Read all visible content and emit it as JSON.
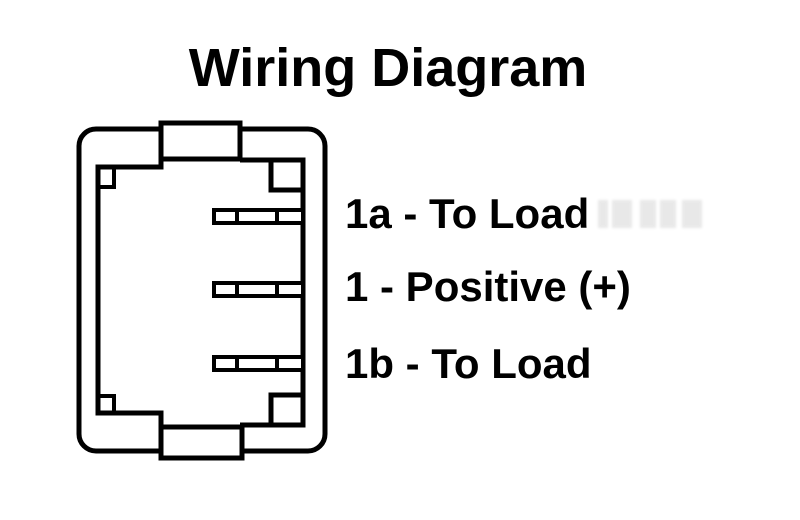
{
  "title": "Wiring Diagram",
  "diagram": {
    "type": "rocker-switch-connector-pinout",
    "connector": {
      "terminal_count": 3,
      "terminals": [
        {
          "id": "1a",
          "label": "1a - To Load"
        },
        {
          "id": "1",
          "label": "1 - Positive (+)"
        },
        {
          "id": "1b",
          "label": "1b - To Load"
        }
      ]
    }
  },
  "colors": {
    "line": "#000000",
    "background": "#ffffff",
    "text": "#000000"
  }
}
